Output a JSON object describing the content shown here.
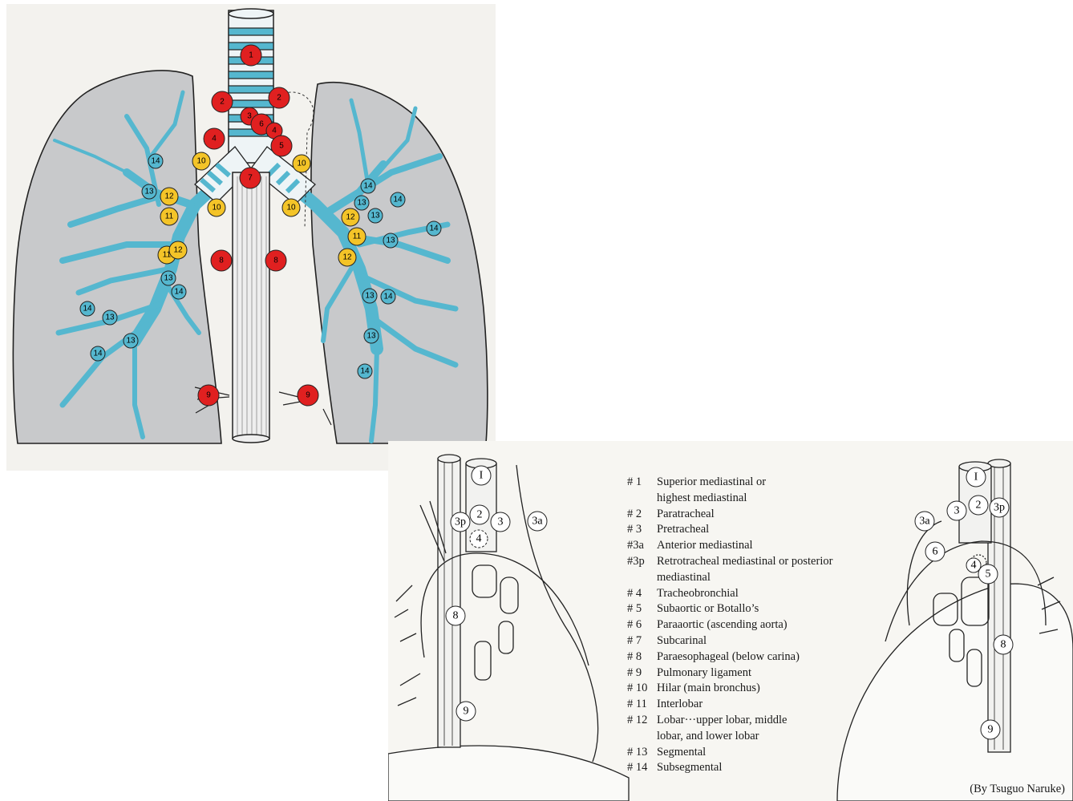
{
  "colors": {
    "lung_fill": "#c8c9cb",
    "bronchus": "#55b7cf",
    "airway_band": "#55b7cf",
    "node_red": "#e02020",
    "node_yellow": "#f4c428",
    "node_teal": "#55b7cf",
    "line": "#222222"
  },
  "top_diagram": {
    "red_nodes": [
      "1",
      "2",
      "2",
      "3",
      "6",
      "4",
      "4",
      "5",
      "7",
      "8",
      "8",
      "9",
      "9"
    ],
    "yellow_nodes": [
      "10",
      "10",
      "10",
      "10",
      "12",
      "11",
      "11",
      "12",
      "12",
      "11",
      "12"
    ],
    "teal_nodes": [
      "14",
      "13",
      "14",
      "13",
      "14",
      "13",
      "14",
      "13",
      "14",
      "14",
      "13",
      "13",
      "14",
      "13",
      "13",
      "14",
      "13",
      "14"
    ]
  },
  "bottom_diagram": {
    "left_nodes": [
      "I",
      "2",
      "3p",
      "3",
      "3a",
      "4",
      "8",
      "9"
    ],
    "right_nodes": [
      "I",
      "3",
      "2",
      "3p",
      "3a",
      "6",
      "4",
      "5",
      "8",
      "9"
    ]
  },
  "legend": [
    {
      "code": "# 1",
      "text": "Superior mediastinal or\nhighest mediastinal"
    },
    {
      "code": "# 2",
      "text": "Paratracheal"
    },
    {
      "code": "# 3",
      "text": "Pretracheal"
    },
    {
      "code": "#3a",
      "text": "Anterior mediastinal"
    },
    {
      "code": "#3p",
      "text": "Retrotracheal mediastinal or posterior\nmediastinal"
    },
    {
      "code": "# 4",
      "text": "Tracheobronchial"
    },
    {
      "code": "# 5",
      "text": "Subaortic or Botallo’s"
    },
    {
      "code": "# 6",
      "text": "Paraaortic (ascending aorta)"
    },
    {
      "code": "# 7",
      "text": "Subcarinal"
    },
    {
      "code": "# 8",
      "text": "Paraesophageal (below carina)"
    },
    {
      "code": "# 9",
      "text": "Pulmonary ligament"
    },
    {
      "code": "# 10",
      "text": "Hilar (main bronchus)"
    },
    {
      "code": "# 11",
      "text": "Interlobar"
    },
    {
      "code": "# 12",
      "text": "Lobar···upper lobar, middle\n       lobar, and lower lobar"
    },
    {
      "code": "# 13",
      "text": "Segmental"
    },
    {
      "code": "# 14",
      "text": "Subsegmental"
    }
  ],
  "credit": "(By Tsuguo Naruke)"
}
